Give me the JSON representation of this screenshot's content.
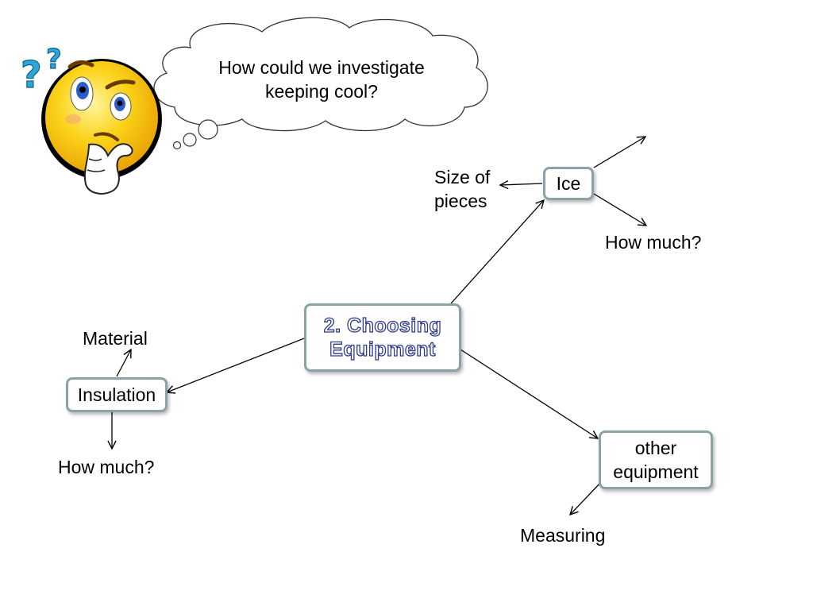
{
  "thought_bubble": {
    "text": "How could we investigate\nkeeping cool?"
  },
  "central_topic": {
    "label": "2. Choosing\nEquipment",
    "text_color": "#2d3a8c",
    "border_color": "#8aa3a6"
  },
  "branches": {
    "ice": {
      "label": "Ice",
      "children": [
        "Size of\npieces",
        "",
        "How much?"
      ]
    },
    "insulation": {
      "label": "Insulation",
      "children": [
        "Material",
        "How much?"
      ]
    },
    "other_equipment": {
      "label": "other\nequipment",
      "children": [
        "Measuring"
      ]
    }
  },
  "icons": {
    "thinking_face": "thinking-face-emoji",
    "question_marks": "question-marks-icon"
  },
  "colors": {
    "face": "#f7c20c",
    "question_mark": "#2aa6d9",
    "box_border": "#8aa3a6"
  }
}
